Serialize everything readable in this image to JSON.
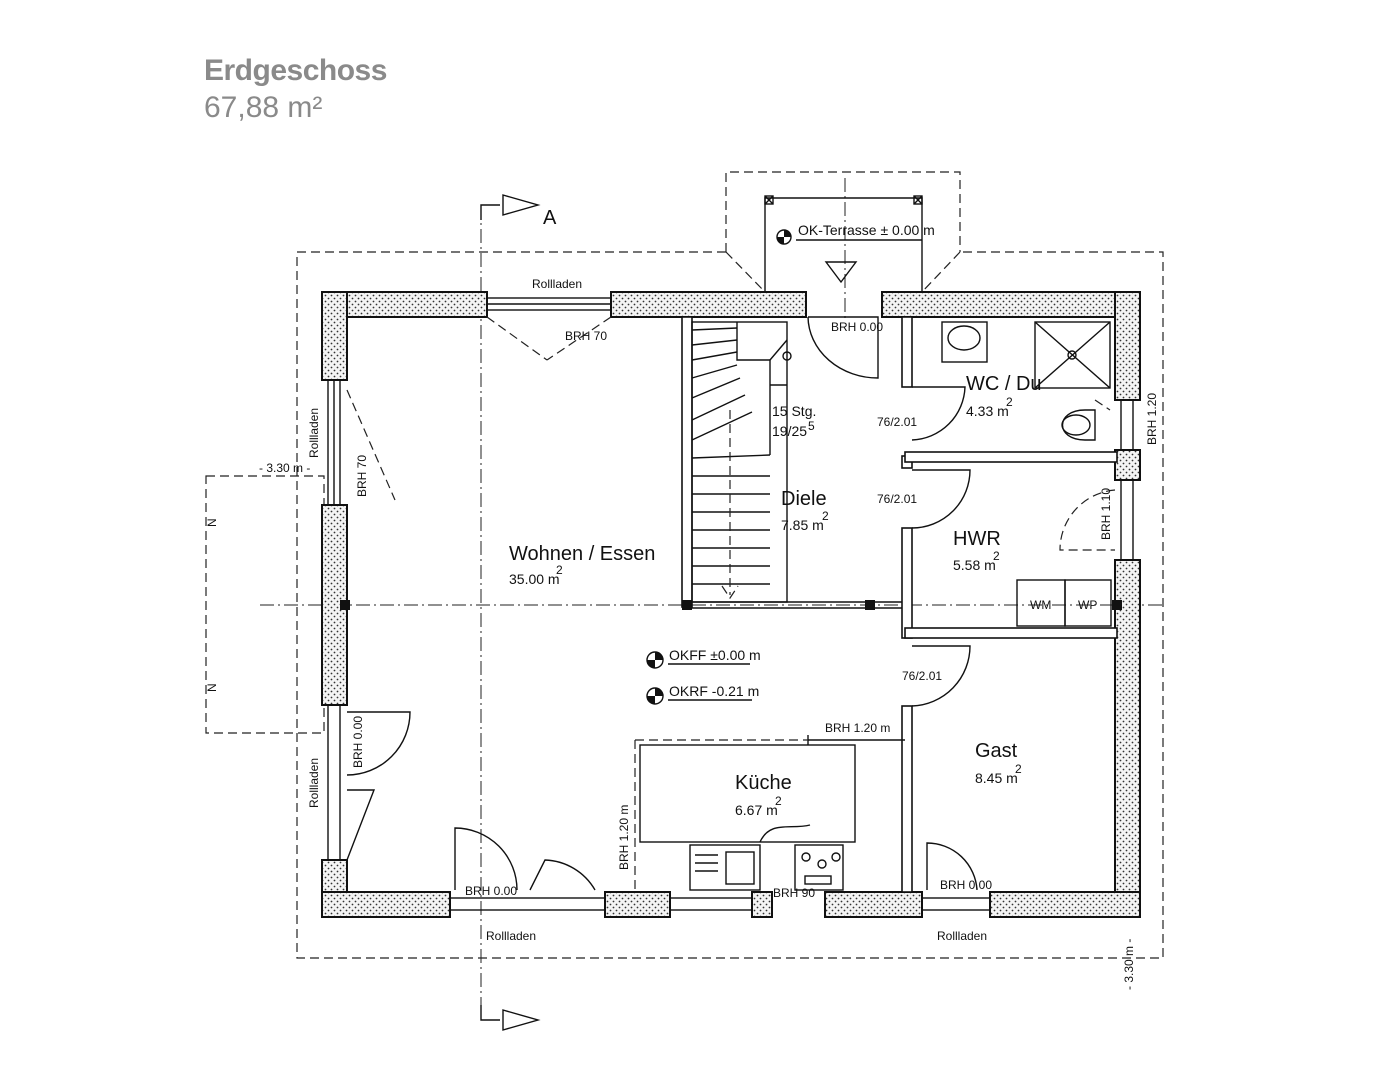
{
  "header": {
    "title": "Erdgeschoss",
    "area": "67,88 m²"
  },
  "section_marker": {
    "letter": "A"
  },
  "terrace": {
    "label": "OK-Terrasse ± 0.00 m"
  },
  "levels": {
    "okff": "OKFF ±0.00 m",
    "okrf": "OKRF -0.21 m"
  },
  "rooms": {
    "wohnen": {
      "name": "Wohnen / Essen",
      "area": "35.00 m"
    },
    "diele": {
      "name": "Diele",
      "area": "7.85 m"
    },
    "wc": {
      "name": "WC / Du",
      "area": "4.33 m"
    },
    "hwr": {
      "name": "HWR",
      "area": "5.58 m"
    },
    "gast": {
      "name": "Gast",
      "area": "8.45 m"
    },
    "kueche": {
      "name": "Küche",
      "area": "6.67 m"
    }
  },
  "area_exponent": "2",
  "stairs": {
    "steps": "15 Stg.",
    "ratio": "19/25",
    "ratio_exp": "5"
  },
  "annotations": {
    "rollladen": "Rollladen",
    "brh70": "BRH 70",
    "brh000": "BRH 0.00",
    "brh120": "BRH 1.20",
    "brh120m": "BRH 1.20 m",
    "brh110": "BRH 1.10",
    "brh90": "BRH 90",
    "door": "76/2.01",
    "dim_left": "- 3.30 m -",
    "dim_right": "- 3.30 m -",
    "marker_n": "N",
    "wm": "WM",
    "wp": "WP"
  }
}
